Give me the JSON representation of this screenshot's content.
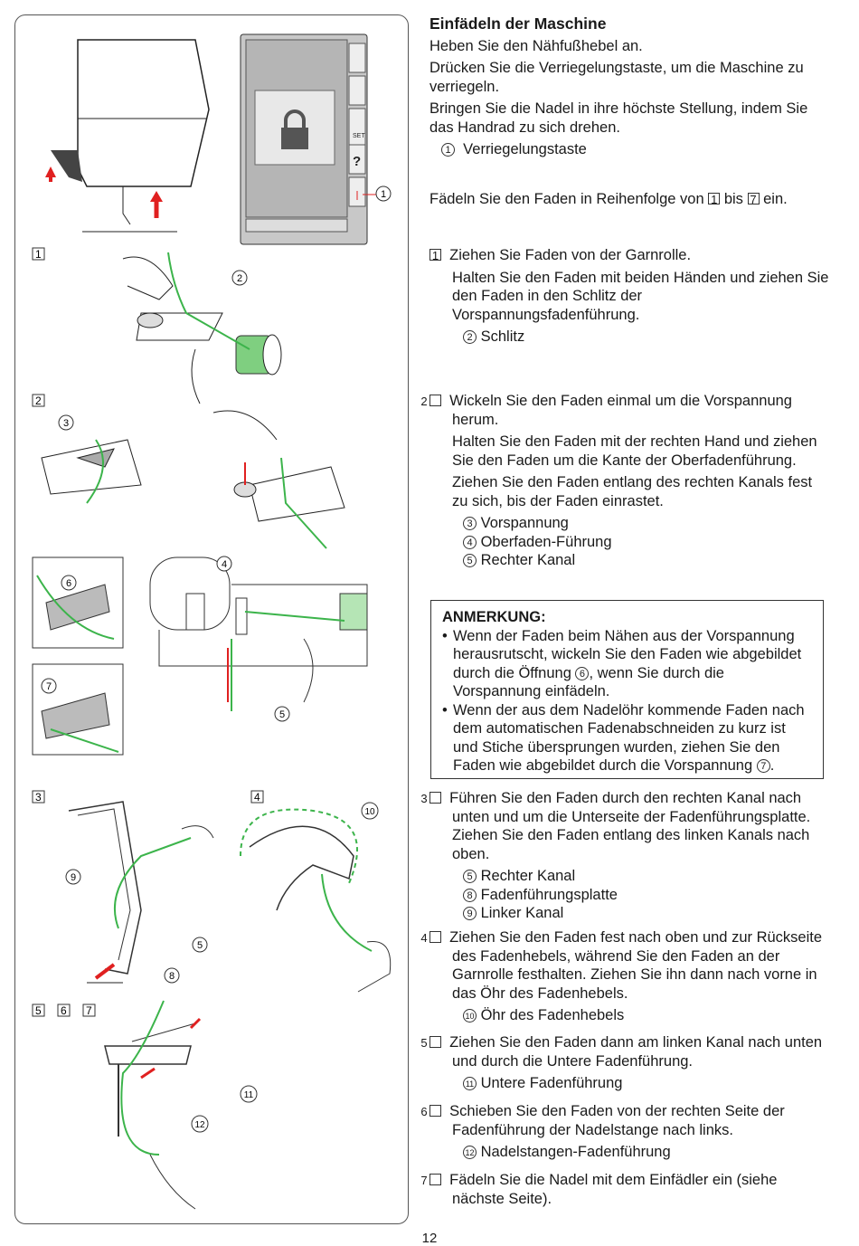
{
  "heading": "Einfädeln der Maschine",
  "intro": [
    "Heben Sie den Nähfußhebel an.",
    "Drücken Sie die Verriegelungstaste, um die Maschine zu verriegeln.",
    "Bringen Sie die Nadel in ihre höchste Stellung, indem Sie das Handrad zu sich drehen."
  ],
  "intro_item": {
    "num": "1",
    "label": "Verriegelungstaste"
  },
  "order_line": {
    "pre": "Fädeln Sie den Faden in Reihenfolge von",
    "from": "1",
    "mid": "bis",
    "to": "7",
    "post": "ein."
  },
  "steps": {
    "s1": {
      "num": "1",
      "main": "Ziehen Sie Faden von der Garnrolle.",
      "sub": "Halten Sie den Faden mit beiden Händen und ziehen Sie den Faden in den Schlitz der Vorspannungsfadenführung.",
      "items": [
        {
          "num": "2",
          "label": "Schlitz"
        }
      ]
    },
    "s2": {
      "num": "2",
      "main": "Wickeln Sie den Faden einmal um die Vorspannung herum.",
      "sub1": "Halten Sie den Faden mit der rechten Hand und ziehen Sie den Faden um die Kante der Oberfadenführung.",
      "sub2": "Ziehen Sie den Faden entlang des rechten Kanals fest zu sich, bis der Faden einrastet.",
      "items": [
        {
          "num": "3",
          "label": "Vorspannung"
        },
        {
          "num": "4",
          "label": "Oberfaden-Führung"
        },
        {
          "num": "5",
          "label": "Rechter Kanal"
        }
      ]
    },
    "s3": {
      "num": "3",
      "main": "Führen Sie den Faden durch den rechten Kanal nach unten und um die Unterseite der Fadenführungsplatte. Ziehen Sie den Faden entlang des linken Kanals nach oben.",
      "items": [
        {
          "num": "5",
          "label": "Rechter Kanal"
        },
        {
          "num": "8",
          "label": "Fadenführungsplatte"
        },
        {
          "num": "9",
          "label": "Linker Kanal"
        }
      ]
    },
    "s4": {
      "num": "4",
      "main": "Ziehen Sie den Faden fest nach oben und zur Rückseite des Fadenhebels, während Sie den Faden an der Garnrolle festhalten. Ziehen Sie ihn dann nach vorne in das Öhr des Fadenhebels.",
      "items": [
        {
          "num": "10",
          "label": "Öhr des Fadenhebels"
        }
      ]
    },
    "s5": {
      "num": "5",
      "main": "Ziehen Sie den Faden dann am linken Kanal nach unten und durch die Untere Fadenführung.",
      "items": [
        {
          "num": "11",
          "label": "Untere Fadenführung"
        }
      ]
    },
    "s6": {
      "num": "6",
      "main": "Schieben Sie den Faden von der rechten Seite der Fadenführung der Nadelstange nach links.",
      "items": [
        {
          "num": "12",
          "label": "Nadelstangen-Fadenführung"
        }
      ]
    },
    "s7": {
      "num": "7",
      "main": "Fädeln Sie die Nadel mit dem Einfädler ein (siehe nächste Seite)."
    }
  },
  "note": {
    "title": "ANMERKUNG:",
    "b1_pre": "Wenn der Faden beim Nähen aus der Vorspannung herausrutscht, wickeln Sie den Faden wie abgebildet durch die Öffnung",
    "b1_num": "6",
    "b1_post": ", wenn Sie durch die Vorspannung einfädeln.",
    "b2_pre": "Wenn der aus dem Nadelöhr kommende Faden nach dem automatischen Fadenabschneiden zu kurz ist und Stiche übersprungen wurden, ziehen Sie den Faden wie abgebildet durch die Vorspannung",
    "b2_num": "7",
    "b2_post": "."
  },
  "illustration": {
    "step_labels": [
      "1",
      "2",
      "3",
      "4",
      "5",
      "6",
      "7"
    ],
    "callouts": [
      "1",
      "2",
      "3",
      "4",
      "5",
      "6",
      "7",
      "8",
      "9",
      "10",
      "11",
      "12"
    ],
    "screen_icons": [
      "home-icon",
      "folder-icon",
      "set-icon",
      "help-icon",
      "lock-key-icon"
    ],
    "set_label": "SET",
    "colors": {
      "thread": "#3cb44b",
      "arrow": "#e02020",
      "screen": "#b5b5b5"
    }
  },
  "page_number": "12"
}
